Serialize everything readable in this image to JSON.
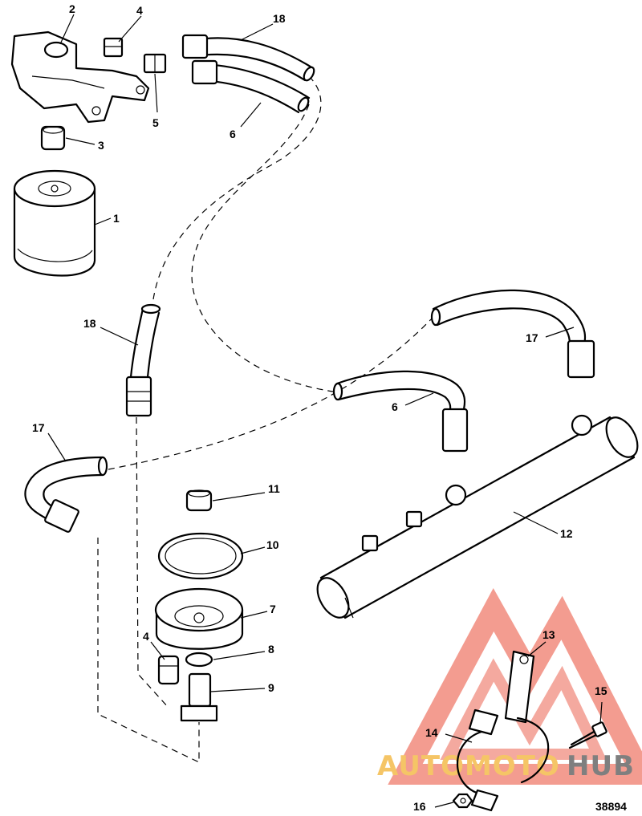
{
  "diagram": {
    "part_labels": {
      "p1": "1",
      "p2": "2",
      "p3": "3",
      "p4a": "4",
      "p4b": "4",
      "p5": "5",
      "p6a": "6",
      "p6b": "6",
      "p7": "7",
      "p8": "8",
      "p9": "9",
      "p10": "10",
      "p11": "11",
      "p12": "12",
      "p13": "13",
      "p14": "14",
      "p15": "15",
      "p16": "16",
      "p17a": "17",
      "p17b": "17",
      "p18a": "18",
      "p18b": "18"
    },
    "figure_number": "38894"
  },
  "watermark": {
    "word_part1": "AUTOMOTO",
    "word_part2": "HUB",
    "color_primary": "#e8412c",
    "color_secondary": "#f2b233",
    "color_dark": "#555555"
  }
}
